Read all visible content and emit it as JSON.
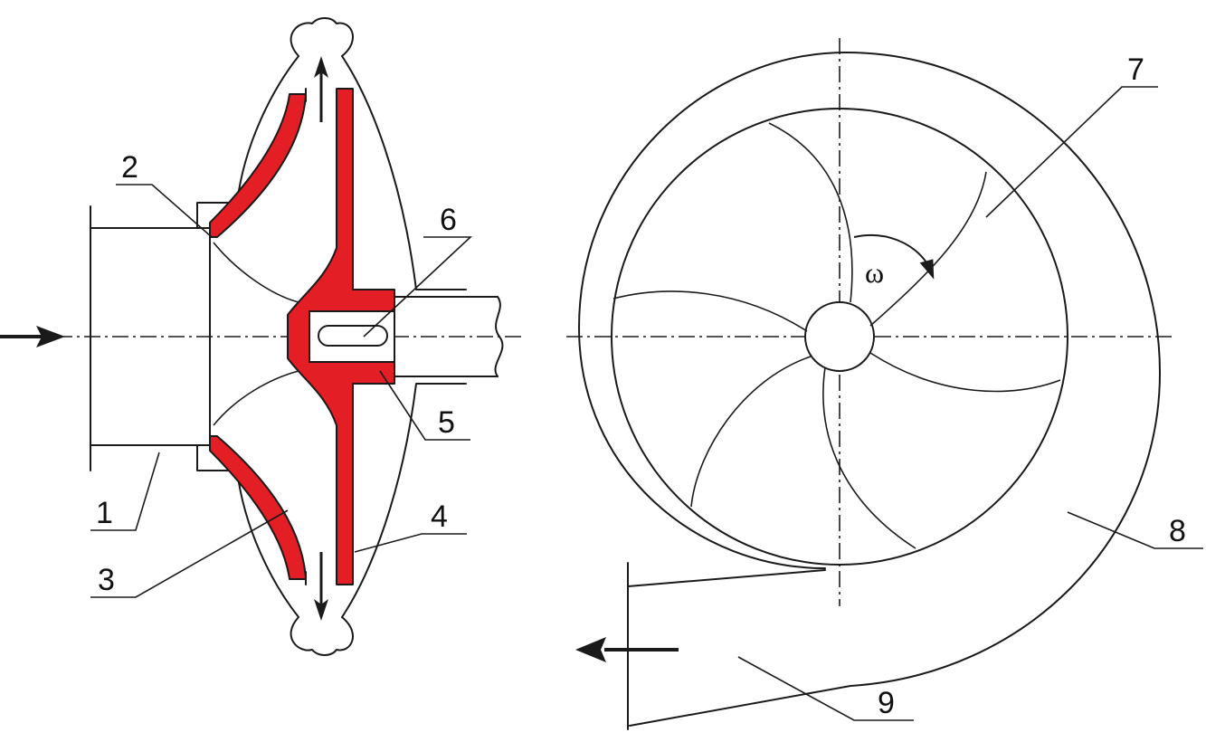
{
  "labels": {
    "l1": "1",
    "l2": "2",
    "l3": "3",
    "l4": "4",
    "l5": "5",
    "l6": "6",
    "l7": "7",
    "l8": "8",
    "l9": "9"
  },
  "omega": "ω",
  "colors": {
    "impeller_section": "#e31e24",
    "line": "#1a1a1a",
    "background": "#ffffff"
  }
}
